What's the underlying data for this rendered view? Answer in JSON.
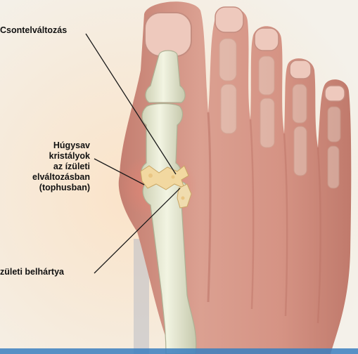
{
  "labels": {
    "bone_change": "Csontelváltozás",
    "crystals": {
      "line1": "Húgysav",
      "line2": "kristályok",
      "line3": "az ízületi",
      "line4": "elváltozásban",
      "line5": "(tophusban)"
    },
    "membrane": "zületi belhártya"
  },
  "colors": {
    "background": "#f3e7d6",
    "skin": "#d99a8a",
    "skin_shadow": "#c07a6c",
    "bone": "#e9ebd6",
    "bone_edge": "#b9bba0",
    "crystal": "#f3d9a4",
    "inflamed": "#e28a7c",
    "leader_line": "#1a1a1a",
    "bottom_strip": "#3b7fc0"
  },
  "icons": [
    "foot-illustration",
    "big-toe-bones",
    "urate-crystal-deposit"
  ]
}
